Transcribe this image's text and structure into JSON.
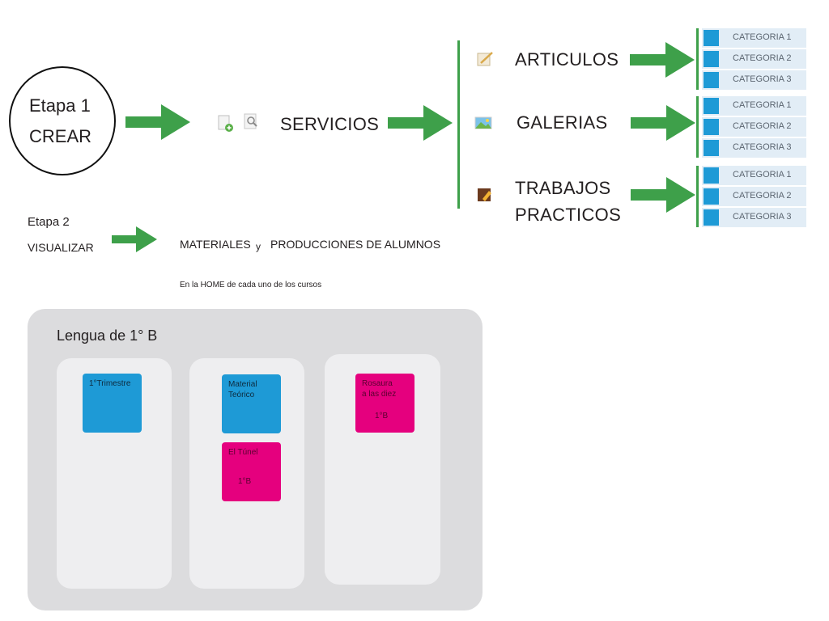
{
  "stage1": {
    "line1": "Etapa 1",
    "line2": "CREAR"
  },
  "servicios": {
    "label": "SERVICIOS",
    "icons": [
      "add-page-icon",
      "search-page-icon"
    ]
  },
  "services": [
    {
      "name": "ARTICULOS",
      "icon": "article-edit-icon",
      "categories": [
        "CATEGORIA 1",
        "CATEGORIA 2",
        "CATEGORIA 3"
      ]
    },
    {
      "name": "GALERIAS",
      "icon": "gallery-image-icon",
      "categories": [
        "CATEGORIA 1",
        "CATEGORIA 2",
        "CATEGORIA 3"
      ]
    },
    {
      "name_line1": "TRABAJOS",
      "name_line2": "PRACTICOS",
      "icon": "work-folder-icon",
      "categories": [
        "CATEGORIA 1",
        "CATEGORIA 2",
        "CATEGORIA 3"
      ]
    }
  ],
  "stage2": {
    "line1": "Etapa 2",
    "line2": "VISUALIZAR",
    "materiales": "MATERIALES",
    "conj": "y",
    "producciones": "PRODUCCIONES DE ALUMNOS",
    "note": "En la HOME de cada uno de los cursos"
  },
  "course": {
    "title": "Lengua de 1° B",
    "columns": [
      {
        "tiles": [
          {
            "color": "blue",
            "line1": "1°Trimestre"
          }
        ]
      },
      {
        "tiles": [
          {
            "color": "blue",
            "line1": "Material",
            "line2": "Teórico"
          },
          {
            "color": "pink",
            "line1": "El Túnel",
            "sub": "1°B"
          }
        ]
      },
      {
        "tiles": [
          {
            "color": "pink",
            "line1": "Rosaura",
            "line2": "a las diez",
            "sub": "1°B"
          }
        ]
      }
    ]
  },
  "colors": {
    "arrow": "#3ea04a",
    "category_square": "#1e9ad6",
    "category_bg": "#e2edf6",
    "tile_blue": "#1e9ad6",
    "tile_pink": "#e5007e",
    "panel": "#dcdcde",
    "column": "#eeeef0"
  }
}
